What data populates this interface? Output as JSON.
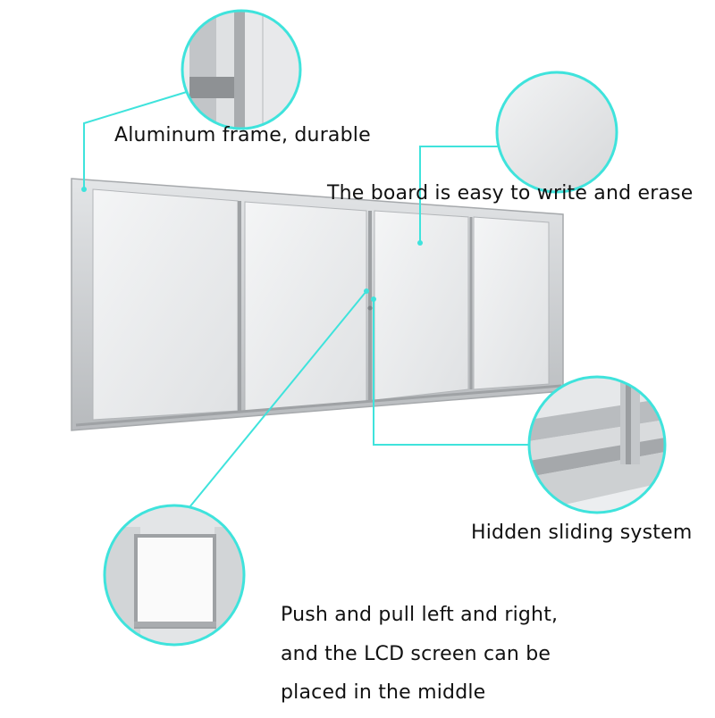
{
  "callouts": {
    "frame": "Aluminum frame, durable",
    "write": "The board is easy to write and erase",
    "sliding": "Hidden sliding system",
    "push_line1": "Push and pull left and right,",
    "push_line2": "and the LCD screen can be",
    "push_line3": "placed in the middle"
  },
  "colors": {
    "callout_line": "#3fe3dc",
    "frame": "#c9ccce",
    "panel": "#eceef0",
    "text": "#111111"
  },
  "icons": [
    "frame-detail-zoom",
    "surface-detail-zoom",
    "rail-detail-zoom",
    "lcd-detail-zoom"
  ]
}
